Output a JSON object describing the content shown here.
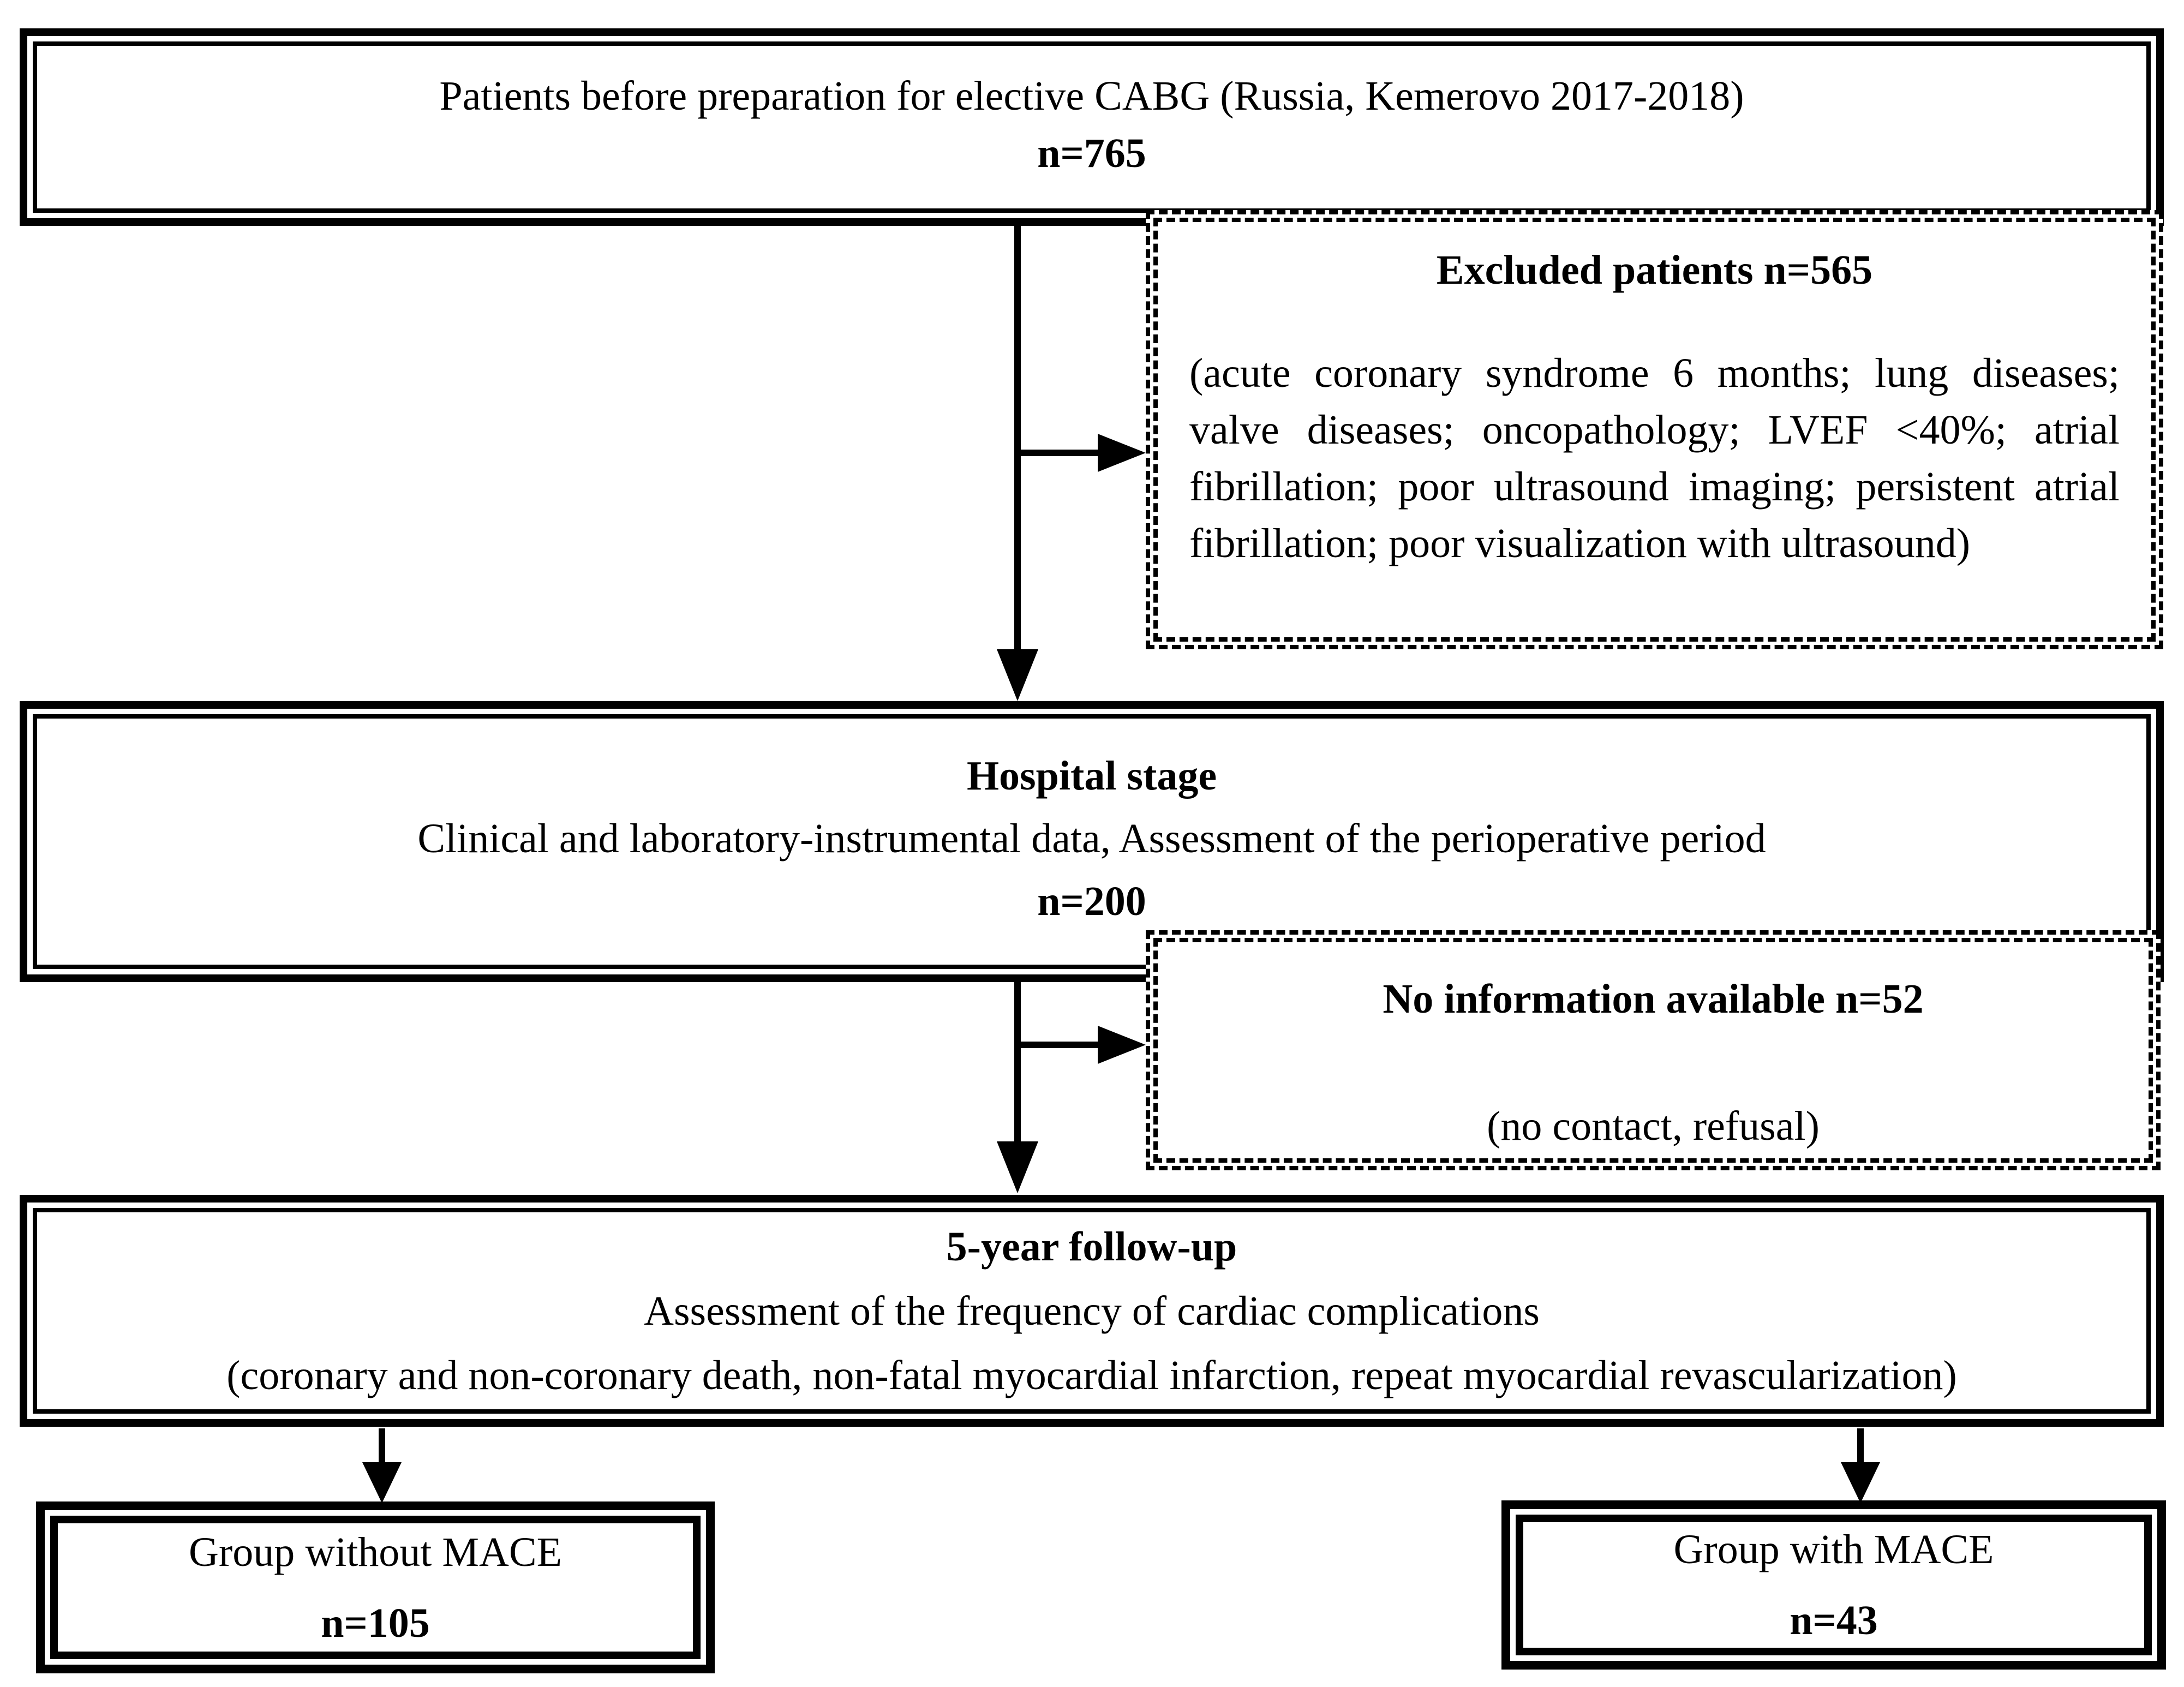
{
  "flowchart": {
    "enrollment": {
      "line1": "Patients before preparation for elective CABG (Russia, Kemerovo 2017-2018)",
      "n": "n=765"
    },
    "excluded": {
      "title": "Excluded patients n=565",
      "body": "(acute coronary syndrome 6 months; lung diseases; valve diseases; oncopathology; LVEF <40%; atrial fibrillation; poor ultrasound imaging; persistent atrial fibrillation; poor visualization with ultrasound)"
    },
    "hospital": {
      "title": "Hospital stage",
      "line2": "Clinical and laboratory-instrumental data, Assessment of the perioperative period",
      "n": "n=200"
    },
    "no_information": {
      "title": "No information available n=52",
      "body": "(no contact, refusal)"
    },
    "followup": {
      "title": "5-year follow-up",
      "line2": "Assessment of the frequency of cardiac complications",
      "line3": "(coronary and non-coronary death, non-fatal myocardial infarction, repeat myocardial revascularization)"
    },
    "group_without_mace": {
      "label": "Group without MACE",
      "n": "n=105"
    },
    "group_with_mace": {
      "label": "Group with MACE",
      "n": "n=43"
    }
  }
}
